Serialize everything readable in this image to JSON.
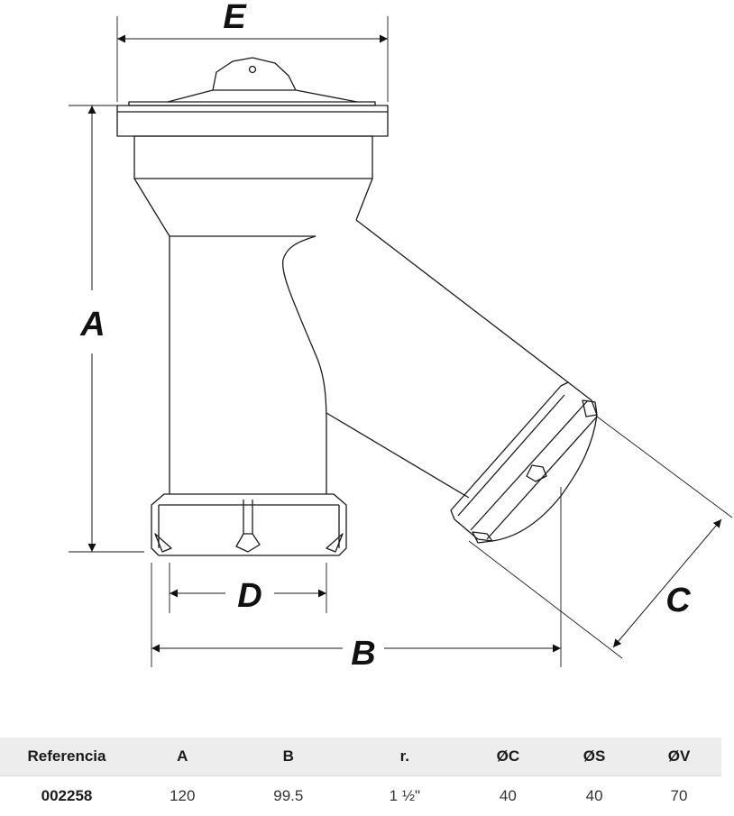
{
  "drawing": {
    "dimension_labels": {
      "e": "E",
      "a": "A",
      "d": "D",
      "b": "B",
      "c": "C"
    },
    "line_color": "#1a1a1a"
  },
  "table": {
    "headers": [
      "Referencia",
      "A",
      "B",
      "r.",
      "ØC",
      "ØS",
      "ØV"
    ],
    "rows": [
      [
        "002258",
        "120",
        "99.5",
        "1 ½\"",
        "40",
        "40",
        "70"
      ]
    ],
    "header_background": "#ededed"
  }
}
